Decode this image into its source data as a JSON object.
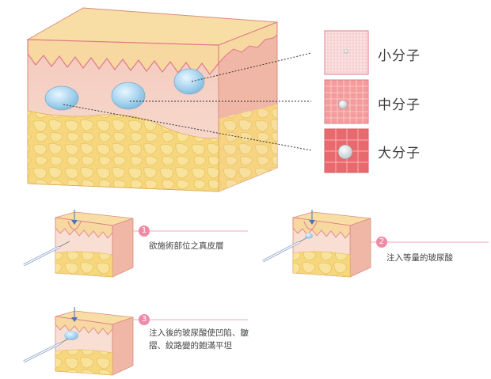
{
  "molecule_sizes": [
    {
      "label": "小分子"
    },
    {
      "label": "中分子"
    },
    {
      "label": "大分子"
    }
  ],
  "steps": [
    {
      "number": "1",
      "text": "欲施術部位之真皮層"
    },
    {
      "number": "2",
      "text": "注入等量的玻尿酸"
    },
    {
      "number": "3",
      "text_line1": "注入後的玻尿酸使凹陷、皺",
      "text_line2": "摺、紋路變的飽滿平坦"
    }
  ],
  "colors": {
    "epidermis": "#f8dfa6",
    "dermis": "#f7d3c7",
    "fat": "#f8dd8c",
    "accent_pink": "#f08aa6",
    "bubble": "#a7d3ee"
  }
}
